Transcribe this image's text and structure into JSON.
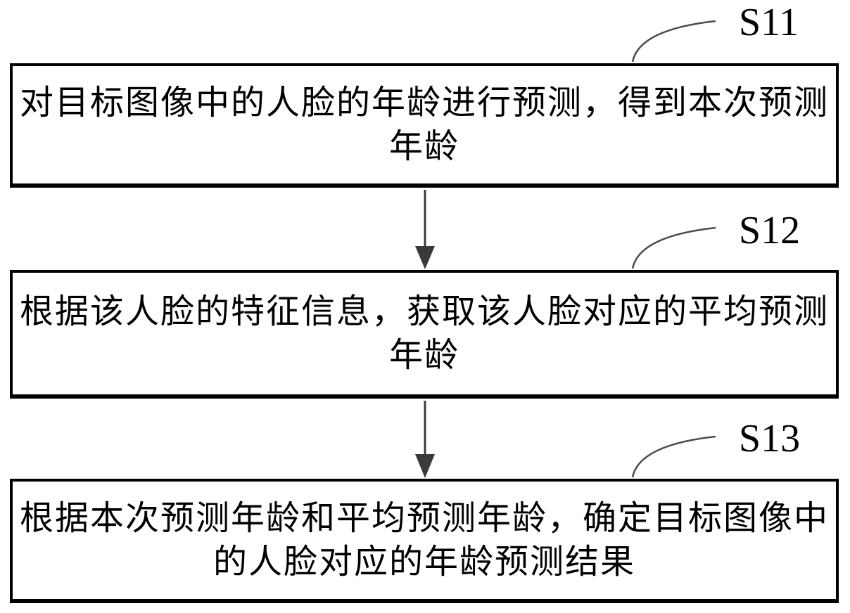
{
  "figure": {
    "kind": "flowchart",
    "background_color": "#ffffff",
    "box_border_color": "#000000",
    "arrow_color": "#3a3a3a",
    "leader_line_color": "#4a4a4a",
    "steps": [
      {
        "label": "S11",
        "text": "对目标图像中的人脸的年龄进行预测，得到本次预测年龄",
        "lines": [
          "对目标图像中的人脸的年龄进行预测，得到本次预测",
          "年龄"
        ]
      },
      {
        "label": "S12",
        "text": "根据该人脸的特征信息，获取该人脸对应的平均预测年龄",
        "lines": [
          "根据该人脸的特征信息，获取该人脸对应的平均预测",
          "年龄"
        ]
      },
      {
        "label": "S13",
        "text": "根据本次预测年龄和平均预测年龄，确定目标图像中的人脸对应的年龄预测结果",
        "lines": [
          "根据本次预测年龄和平均预测年龄，确定目标图像中",
          "的人脸对应的年龄预测结果"
        ]
      }
    ]
  }
}
